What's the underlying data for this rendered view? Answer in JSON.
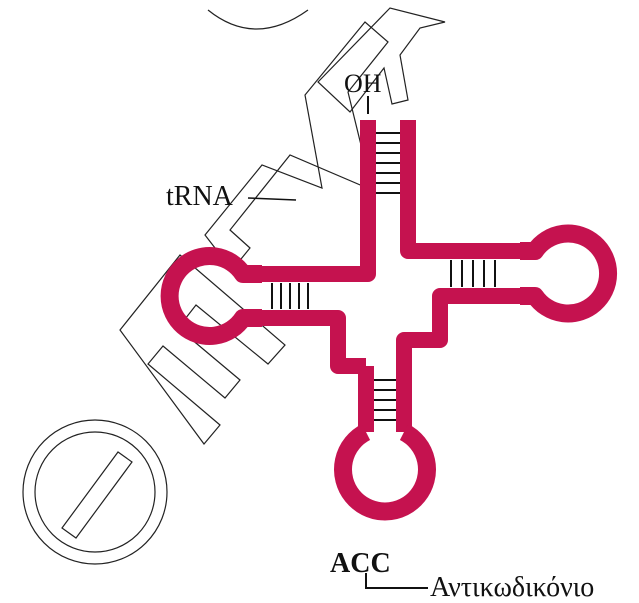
{
  "labels": {
    "oh": "OH",
    "trna": "tRNA",
    "anticodon_seq": "ACC",
    "anticodon_name": "Αντικωδικόνιο"
  },
  "watermark": {
    "text": "ΘΕΜΑ",
    "style": "outlined"
  },
  "colors": {
    "strand": "#c5124f",
    "bonds": "#111111",
    "watermark": "#222222"
  }
}
